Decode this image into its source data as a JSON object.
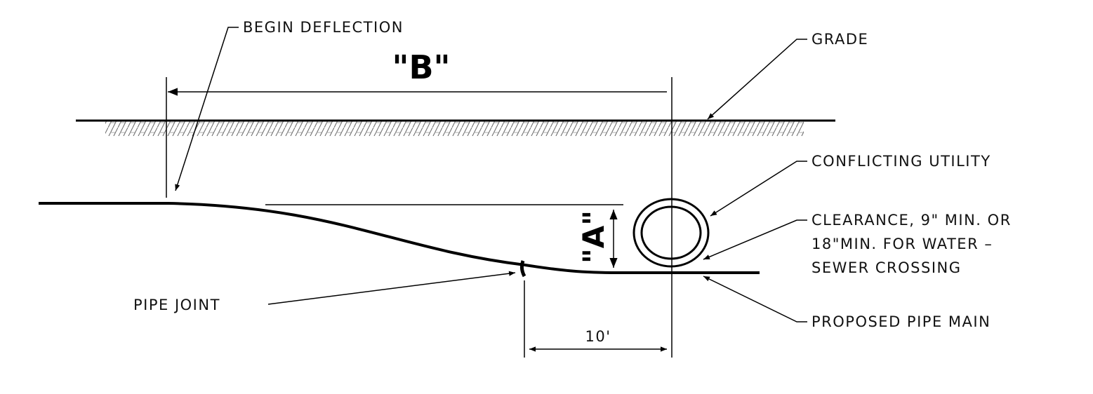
{
  "labels": {
    "begin_deflection": "BEGIN DEFLECTION",
    "grade": "GRADE",
    "conflicting_utility": "CONFLICTING UTILITY",
    "clearance_line1": "CLEARANCE, 9\" MIN. OR",
    "clearance_line2": "18\"MIN. FOR WATER –",
    "clearance_line3": "SEWER CROSSING",
    "pipe_joint": "PIPE JOINT",
    "proposed_pipe_main": "PROPOSED PIPE MAIN"
  },
  "dimensions": {
    "b_label": "\"B\"",
    "a_label": "\"A\"",
    "joint_distance": "10'"
  },
  "colors": {
    "line": "#000000",
    "hatch": "#555555"
  }
}
